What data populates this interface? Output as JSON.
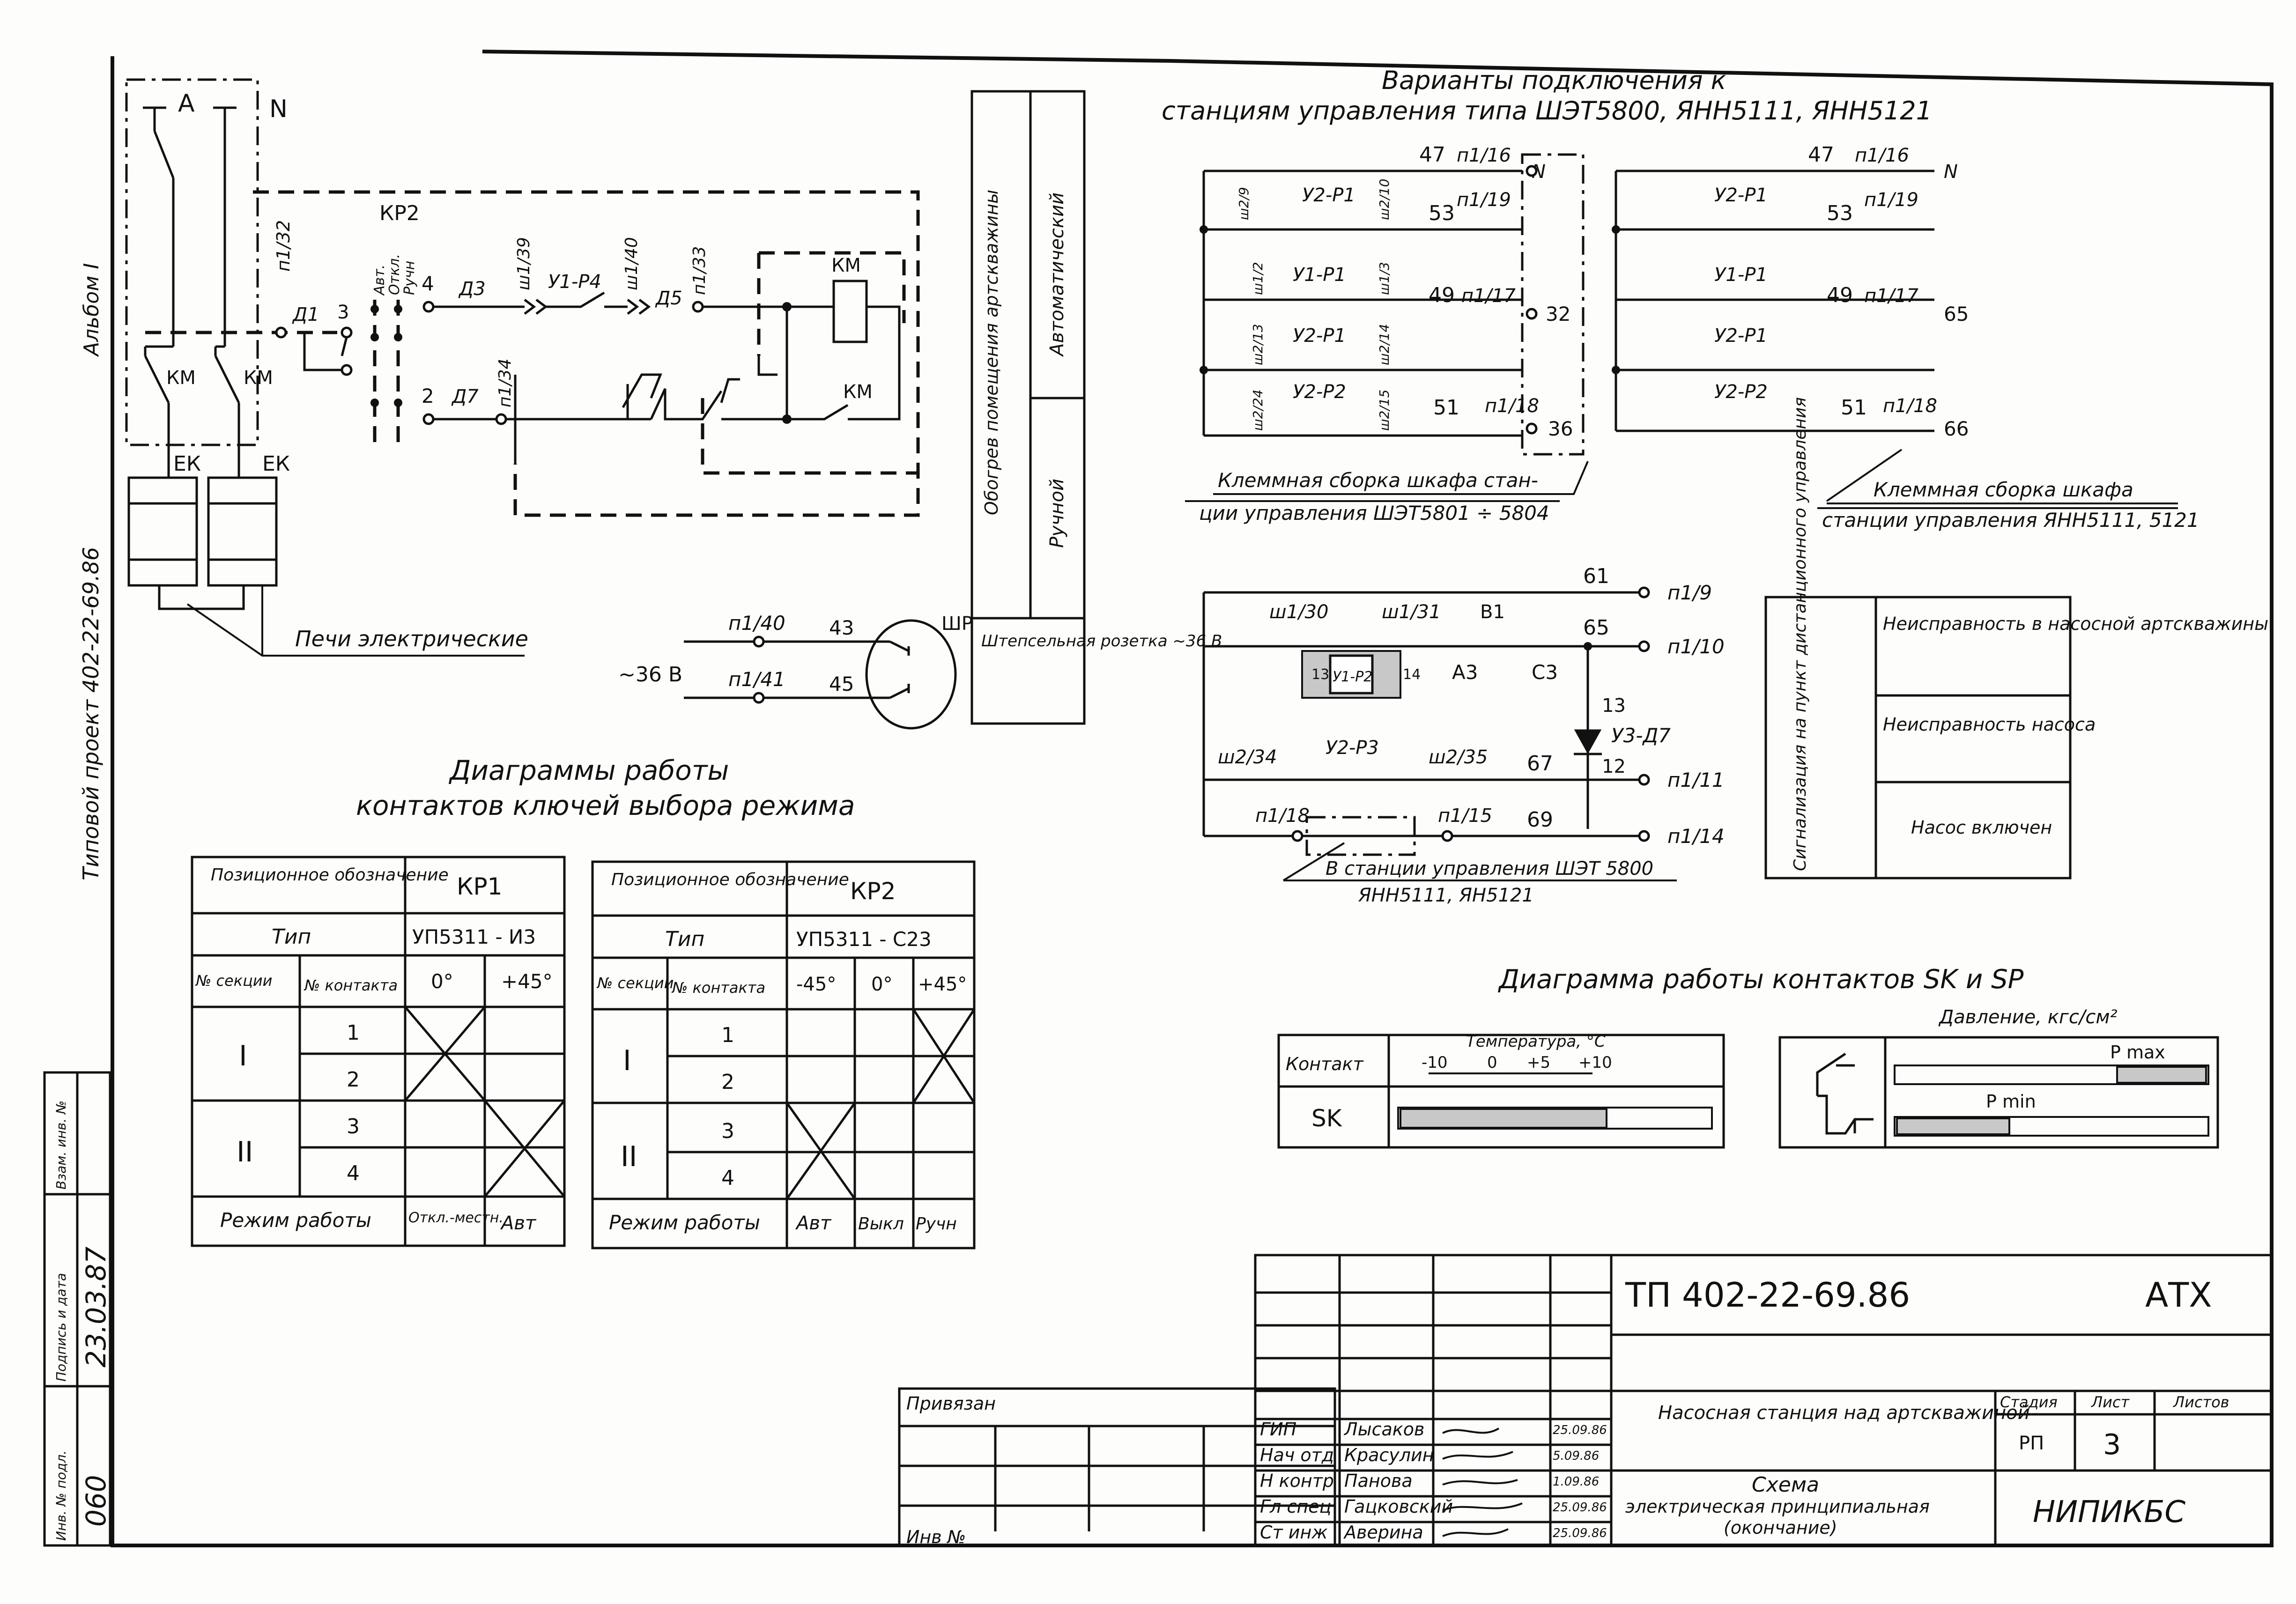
{
  "left_margin": {
    "album": "Альбом I",
    "project": "Типовой проект   402-22-69.86",
    "stamps": [
      "Инв. № подл.",
      "Подпись и дата",
      "Взам. инв. №"
    ],
    "inv_no": "060",
    "date_sig": "23.03.87"
  },
  "power": {
    "A": "A",
    "N": "N",
    "KM": "КМ",
    "EK": "ЕК",
    "heaters": "Печи электрические"
  },
  "control": {
    "kp2": "КР2",
    "modes": [
      "Авт.",
      "Откл.",
      "Ручн"
    ],
    "n4": "4",
    "n2": "2",
    "n3": "3",
    "d1": "Д1",
    "d3": "Д3",
    "d5": "Д5",
    "d7": "Д7",
    "p132": "п1/32",
    "sh139": "ш1/39",
    "y1p4": "У1-Р4",
    "sh140": "ш1/40",
    "p133": "п1/33",
    "p134": "п1/34",
    "km": "КМ",
    "km2": "КМ"
  },
  "side_table": {
    "col_title": "Обогрев помещения артскважины",
    "auto": "Автоматический",
    "manual": "Ручной",
    "socket": "Штепсельная розетка ~36 В"
  },
  "socket": {
    "p140": "п1/40",
    "p141": "п1/41",
    "n43": "43",
    "n45": "45",
    "v36": "~36 В",
    "shr": "ШР"
  },
  "variants": {
    "title1": "Варианты подключения к",
    "title2": "станциям управления типа ШЭТ5800, ЯНН5111, ЯНН5121",
    "left": {
      "n47": "47",
      "p116": "п1/16",
      "n_term": "N",
      "n53": "53",
      "p119": "п1/19",
      "n49": "49",
      "p117": "п1/17",
      "t32": "32",
      "n51": "51",
      "p118": "п1/18",
      "t36": "36",
      "r1": "У2-Р1",
      "r2": "У1-Р1",
      "r3": "У2-Р1",
      "r4": "У2-Р2",
      "c1": "ш2/9",
      "c2": "ш2/10",
      "c3": "ш1/2",
      "c4": "ш1/3",
      "c5": "ш2/13",
      "c6": "ш2/14",
      "c7": "ш2/24",
      "c8": "ш2/15",
      "caption1": "Клеммная сборка шкафа стан-",
      "caption2": "ции управления ШЭТ5801 ÷ 5804"
    },
    "right": {
      "n47": "47",
      "p116": "п1/16",
      "n_term": "N",
      "n53": "53",
      "p119": "п1/19",
      "n49": "49",
      "p117": "п1/17",
      "t65": "65",
      "n51": "51",
      "p118": "п1/18",
      "t66": "66",
      "r1": "У2-Р1",
      "r2": "У1-Р1",
      "r3": "У2-Р1",
      "r4": "У2-Р2",
      "caption1": "Клеммная сборка шкафа",
      "caption2": "станции управления ЯНН5111, 5121"
    }
  },
  "signal": {
    "n61": "61",
    "p19": "п1/9",
    "sh130": "ш1/30",
    "sh131": "ш1/31",
    "v1": "В1",
    "n65": "65",
    "p110": "п1/10",
    "n13a": "13",
    "n14": "14",
    "y1p2": "У1-Р2",
    "a3": "А3",
    "c3": "С3",
    "n13b": "13",
    "y3d7": "У3-Д7",
    "n12": "12",
    "sh234": "ш2/34",
    "y2p3": "У2-Р3",
    "sh235": "ш2/35",
    "n67": "67",
    "p111": "п1/11",
    "p118": "п1/18",
    "p115": "п1/15",
    "n69": "69",
    "p114": "п1/14",
    "cap1": "В станции управления ШЭТ 5800",
    "cap2": "ЯНН5111, ЯН5121"
  },
  "sig_table": {
    "col": "Сигнализация на пункт дистанционного управления",
    "rows": [
      "Неисправность в насосной артскважины",
      "Неисправность насоса",
      "Насос включен"
    ]
  },
  "diagrams_title": [
    "Диаграммы работы",
    "контактов ключей выбора режима"
  ],
  "kp1": {
    "h_pos": "Позиционное обозначение",
    "name": "КР1",
    "h_type": "Тип",
    "type": "УП5311 - И3",
    "h_sec": "№ секции",
    "h_cont": "№ контакта",
    "angles": [
      "0°",
      "+45°"
    ],
    "secs": [
      "I",
      "II"
    ],
    "contacts": [
      "1",
      "2",
      "3",
      "4"
    ],
    "h_mode": "Режим работы",
    "modes": [
      "Откл.-местн.",
      "Авт"
    ]
  },
  "kp2": {
    "h_pos": "Позиционное обозначение",
    "name": "КР2",
    "h_type": "Тип",
    "type": "УП5311 - С23",
    "h_sec": "№ секции",
    "h_cont": "№ контакта",
    "angles": [
      "-45°",
      "0°",
      "+45°"
    ],
    "secs": [
      "I",
      "II"
    ],
    "contacts": [
      "1",
      "2",
      "3",
      "4"
    ],
    "h_mode": "Режим работы",
    "modes": [
      "Авт",
      "Выкл",
      "Ручн"
    ]
  },
  "sksp": {
    "title": "Диаграмма работы контактов SK и SP",
    "h_contact": "Контакт",
    "h_temp": "Температура, °С",
    "ticks": [
      "-10",
      "0",
      "+5",
      "+10"
    ],
    "sk": "SK",
    "pressure": "Давление, кгс/см²",
    "pmax": "P max",
    "pmin": "P min"
  },
  "title_block": {
    "code": "ТП   402-22-69.86",
    "atx": "АТХ",
    "privyazan": "Привязан",
    "inv": "Инв №",
    "roles": [
      "ГИП",
      "Нач отд",
      "Н контр",
      "Гл спец",
      "Ст инж"
    ],
    "names": [
      "Лысаков",
      "Красулин",
      "Панова",
      "Гацковский",
      "Аверина"
    ],
    "dates": [
      "25.09.86",
      "5.09.86",
      "1.09.86",
      "25.09.86",
      "25.09.86"
    ],
    "object": "Насосная станция над артскважиной",
    "h_stage": "Стадия",
    "h_sheet": "Лист",
    "h_sheets": "Листов",
    "stage": "РП",
    "sheet": "3",
    "drawing1": "Схема",
    "drawing2": "электрическая принципиальная",
    "drawing3": "(окончание)",
    "org": "НИПИКБС"
  }
}
